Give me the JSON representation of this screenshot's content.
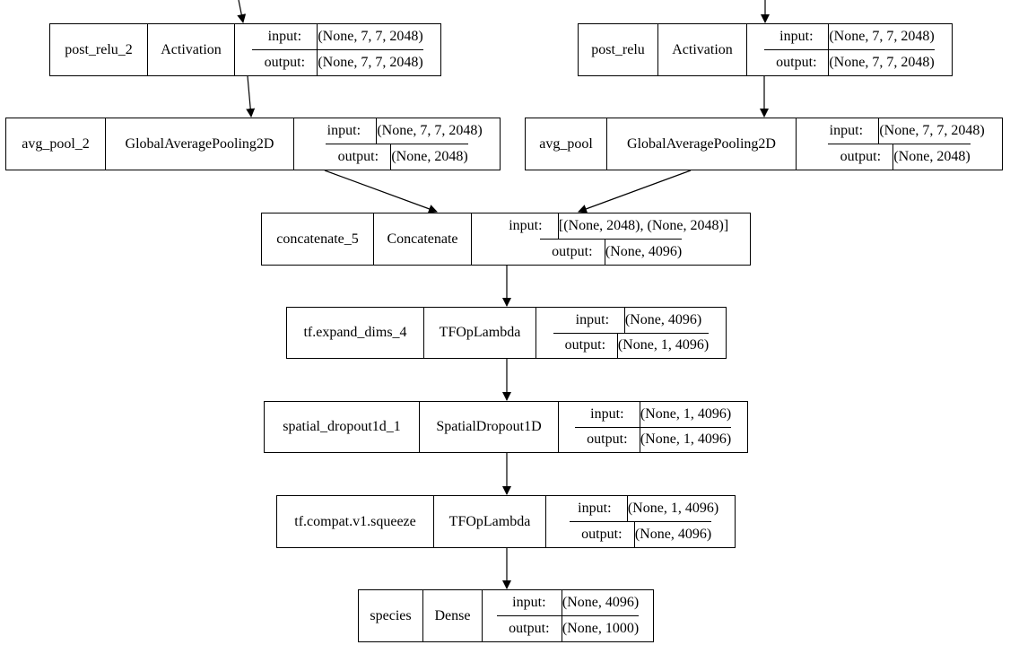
{
  "io_labels": {
    "input": "input:",
    "output": "output:"
  },
  "nodes": {
    "post_relu_2": {
      "name": "post_relu_2",
      "type": "Activation",
      "input": "(None, 7, 7, 2048)",
      "output": "(None, 7, 7, 2048)"
    },
    "post_relu": {
      "name": "post_relu",
      "type": "Activation",
      "input": "(None, 7, 7, 2048)",
      "output": "(None, 7, 7, 2048)"
    },
    "avg_pool_2": {
      "name": "avg_pool_2",
      "type": "GlobalAveragePooling2D",
      "input": "(None, 7, 7, 2048)",
      "output": "(None, 2048)"
    },
    "avg_pool": {
      "name": "avg_pool",
      "type": "GlobalAveragePooling2D",
      "input": "(None, 7, 7, 2048)",
      "output": "(None, 2048)"
    },
    "concatenate_5": {
      "name": "concatenate_5",
      "type": "Concatenate",
      "input": "[(None, 2048), (None, 2048)]",
      "output": "(None, 4096)"
    },
    "expand_dims_4": {
      "name": "tf.expand_dims_4",
      "type": "TFOpLambda",
      "input": "(None, 4096)",
      "output": "(None, 1, 4096)"
    },
    "spatial_dropout1d_1": {
      "name": "spatial_dropout1d_1",
      "type": "SpatialDropout1D",
      "input": "(None, 1, 4096)",
      "output": "(None, 1, 4096)"
    },
    "squeeze": {
      "name": "tf.compat.v1.squeeze",
      "type": "TFOpLambda",
      "input": "(None, 1, 4096)",
      "output": "(None, 4096)"
    },
    "species": {
      "name": "species",
      "type": "Dense",
      "input": "(None, 4096)",
      "output": "(None, 1000)"
    }
  }
}
